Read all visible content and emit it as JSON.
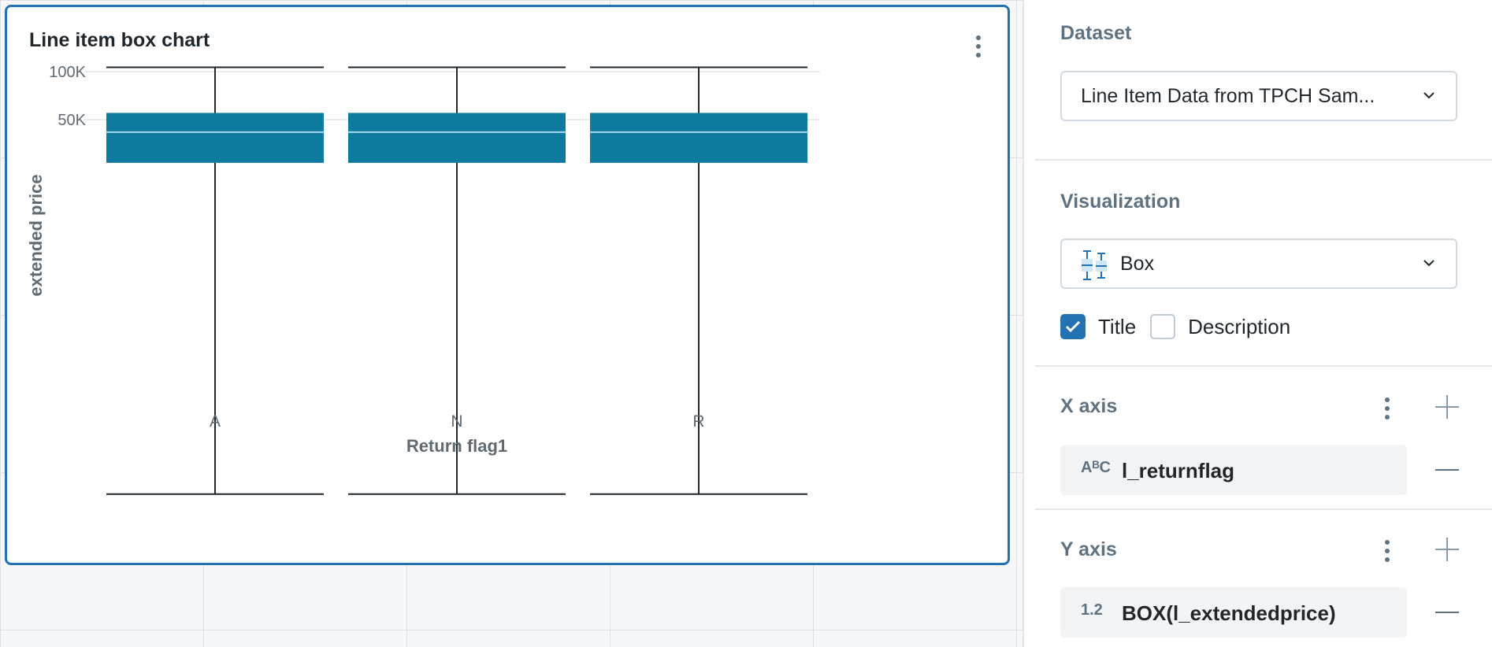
{
  "card": {
    "title": "Line item box chart"
  },
  "chart_data": {
    "type": "box",
    "title": "Line item box chart",
    "xlabel": "Return flag1",
    "ylabel": "extended price",
    "y_tick_labels": [
      "100K",
      "50K"
    ],
    "y_tick_values": [
      100000,
      50000
    ],
    "categories": [
      "A",
      "N",
      "R"
    ],
    "boxes": [
      {
        "category": "A",
        "max": 104500,
        "q3": 57000,
        "median": 37000,
        "q1": 5000,
        "min": -340000
      },
      {
        "category": "N",
        "max": 104500,
        "q3": 57000,
        "median": 37000,
        "q1": 5000,
        "min": -340000
      },
      {
        "category": "R",
        "max": 104500,
        "q3": 57000,
        "median": 37000,
        "q1": 5000,
        "min": -340000
      }
    ],
    "grid": true,
    "colors": {
      "box": "#0e7a9e",
      "median": "#a8dced",
      "whisker": "#1f272d",
      "grid": "#e3e6e8"
    }
  },
  "panel": {
    "dataset_label": "Dataset",
    "dataset_value": "Line Item Data from TPCH Sam...",
    "visualization_label": "Visualization",
    "visualization_value": "Box",
    "visualization_icon": "box-plot-icon",
    "title_checkbox_label": "Title",
    "title_checked": true,
    "description_checkbox_label": "Description",
    "description_checked": false,
    "x_axis_label": "X axis",
    "x_field_icon": "AᴮC",
    "x_field": "l_returnflag",
    "y_axis_label": "Y axis",
    "y_field_icon": "1.2",
    "y_field": "BOX(l_extendedprice)"
  },
  "colors": {
    "accent": "#2272b4",
    "section_label": "#5f7281"
  }
}
